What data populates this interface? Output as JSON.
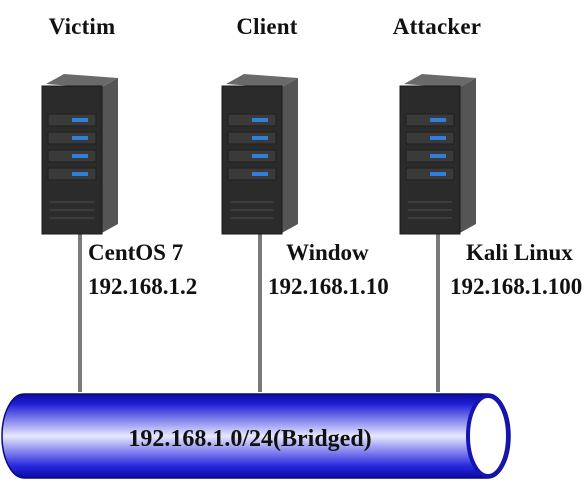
{
  "nodes": [
    {
      "role": "Victim",
      "os": "CentOS 7",
      "ip": "192.168.1.2",
      "icon": "server-tower-icon"
    },
    {
      "role": "Client",
      "os": "Window",
      "ip": "192.168.1.10",
      "icon": "server-tower-icon"
    },
    {
      "role": "Attacker",
      "os": "Kali Linux",
      "ip": "192.168.1.100",
      "icon": "server-tower-icon"
    }
  ],
  "network": {
    "label": "192.168.1.0/24(Bridged)"
  },
  "colors": {
    "server_body": "#2b2b2b",
    "server_light": "#2f7fd8",
    "wire": "#7a7a7a",
    "bus_dark": "#1010c8",
    "bus_light": "#e8e8ff"
  }
}
